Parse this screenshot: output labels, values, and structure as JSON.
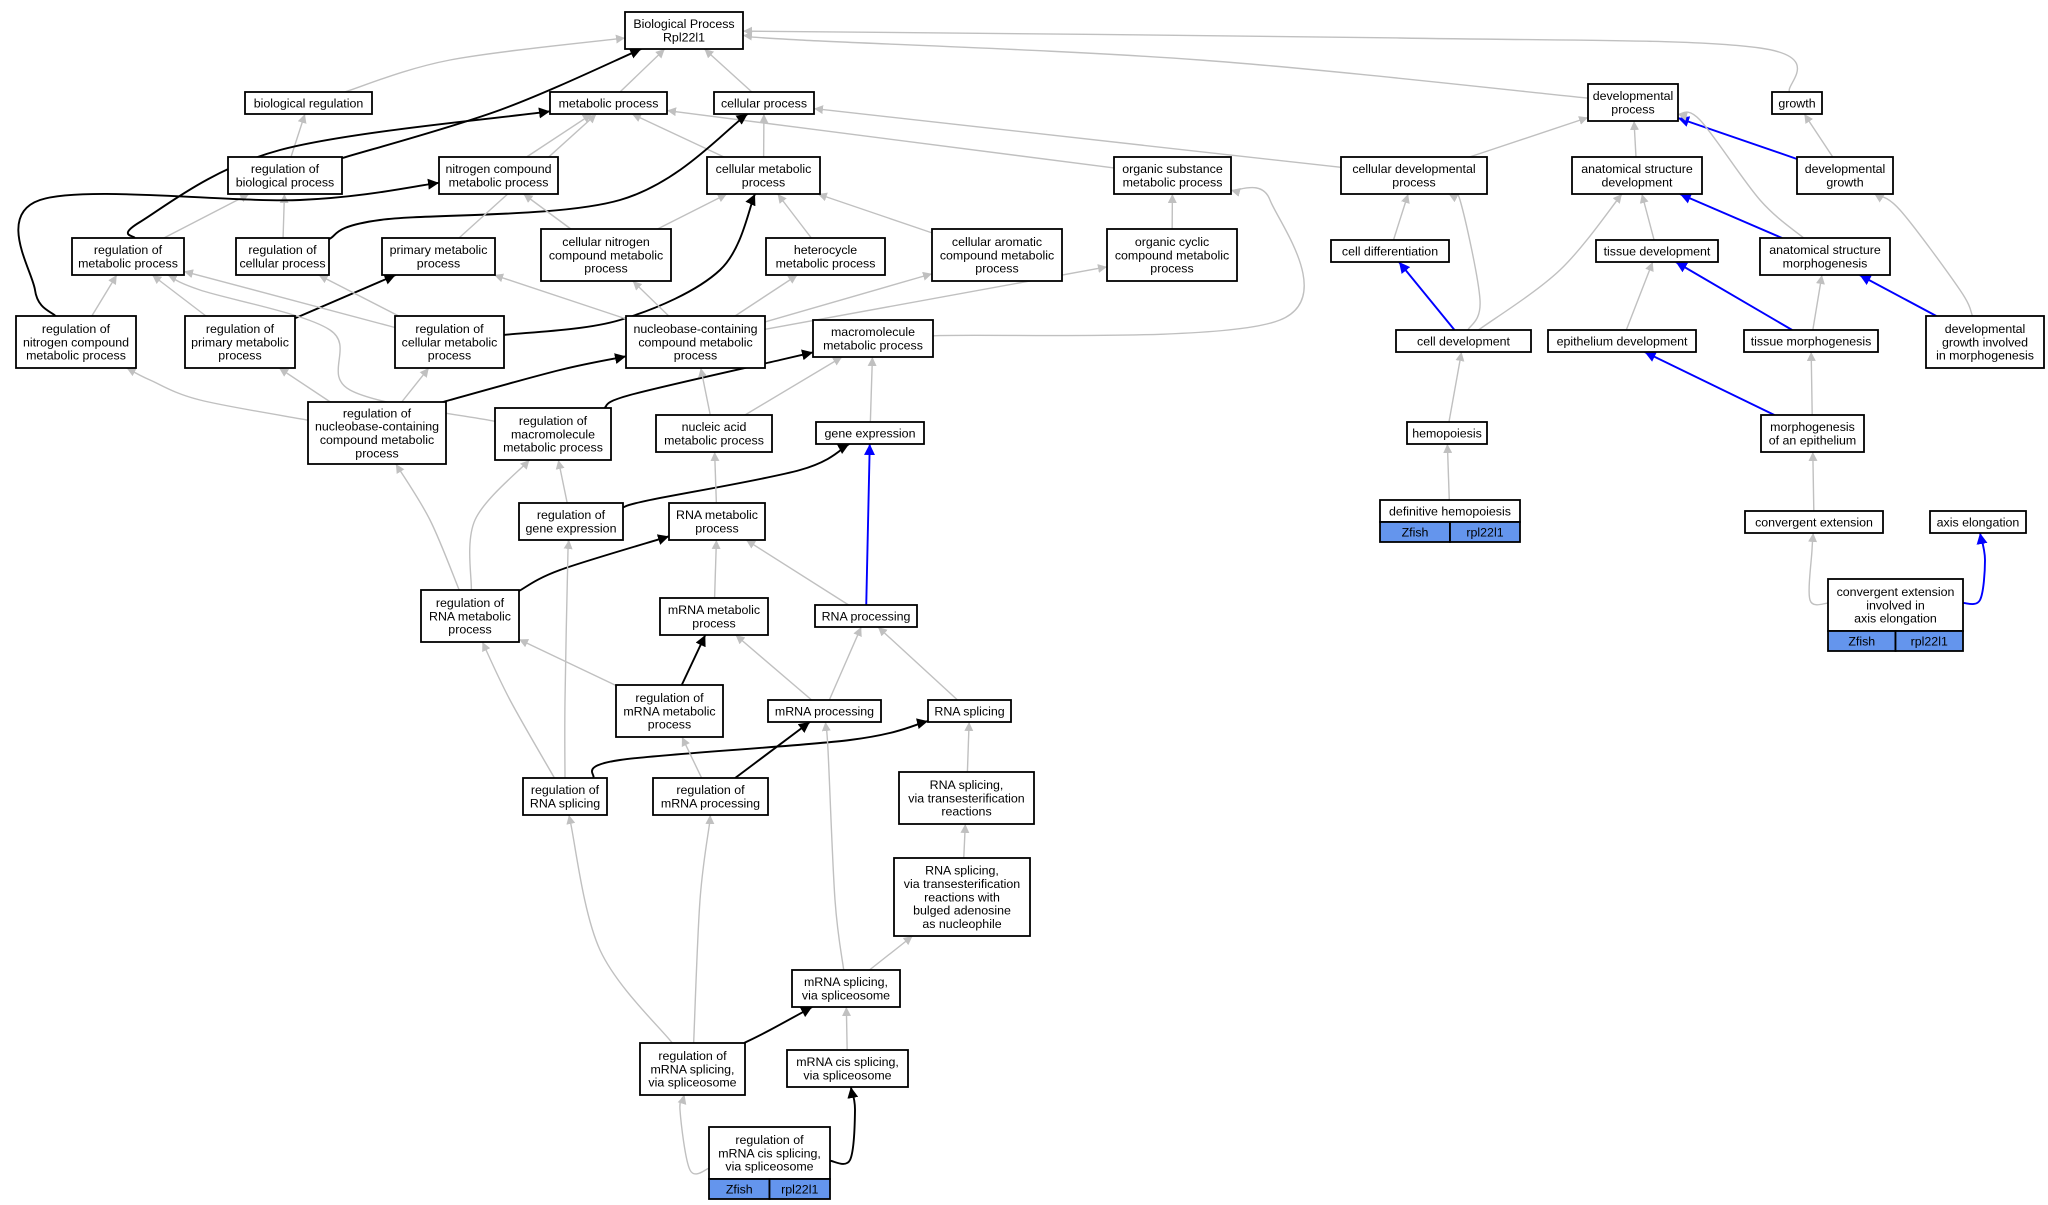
{
  "diagram": {
    "colors": {
      "is_a": "#c0c0c0",
      "part_of": "#000000",
      "regulates": "#0000ff",
      "annotation_fill": "#6495ed",
      "node_fill": "#ffffff",
      "node_border": "#000000"
    },
    "nodes": [
      {
        "id": "bp",
        "lines": [
          "Biological Process",
          "Rpl22l1"
        ]
      },
      {
        "id": "breg",
        "lines": [
          "biological regulation"
        ]
      },
      {
        "id": "metp",
        "lines": [
          "metabolic process"
        ]
      },
      {
        "id": "cellp",
        "lines": [
          "cellular process"
        ]
      },
      {
        "id": "devp",
        "lines": [
          "developmental",
          "process"
        ]
      },
      {
        "id": "growth",
        "lines": [
          "growth"
        ]
      },
      {
        "id": "regbp",
        "lines": [
          "regulation of",
          "biological process"
        ]
      },
      {
        "id": "ncmp",
        "lines": [
          "nitrogen compound",
          "metabolic process"
        ]
      },
      {
        "id": "cmp",
        "lines": [
          "cellular metabolic",
          "process"
        ]
      },
      {
        "id": "osmp",
        "lines": [
          "organic substance",
          "metabolic process"
        ]
      },
      {
        "id": "cdevp",
        "lines": [
          "cellular developmental",
          "process"
        ]
      },
      {
        "id": "asdev",
        "lines": [
          "anatomical structure",
          "development"
        ]
      },
      {
        "id": "devgrowth",
        "lines": [
          "developmental",
          "growth"
        ]
      },
      {
        "id": "regmp",
        "lines": [
          "regulation of",
          "metabolic process"
        ]
      },
      {
        "id": "regcp",
        "lines": [
          "regulation of",
          "cellular process"
        ]
      },
      {
        "id": "pmp",
        "lines": [
          "primary metabolic",
          "process"
        ]
      },
      {
        "id": "cncmp",
        "lines": [
          "cellular nitrogen",
          "compound metabolic",
          "process"
        ]
      },
      {
        "id": "hmp",
        "lines": [
          "heterocycle",
          "metabolic process"
        ]
      },
      {
        "id": "cacmp",
        "lines": [
          "cellular aromatic",
          "compound metabolic",
          "process"
        ]
      },
      {
        "id": "occmp",
        "lines": [
          "organic cyclic",
          "compound metabolic",
          "process"
        ]
      },
      {
        "id": "celldiff",
        "lines": [
          "cell differentiation"
        ]
      },
      {
        "id": "tissdev",
        "lines": [
          "tissue development"
        ]
      },
      {
        "id": "asmorph",
        "lines": [
          "anatomical structure",
          "morphogenesis"
        ]
      },
      {
        "id": "regncmp",
        "lines": [
          "regulation of",
          "nitrogen compound",
          "metabolic process"
        ]
      },
      {
        "id": "regpmp",
        "lines": [
          "regulation of",
          "primary metabolic",
          "process"
        ]
      },
      {
        "id": "regcmp",
        "lines": [
          "regulation of",
          "cellular metabolic",
          "process"
        ]
      },
      {
        "id": "nbcmp",
        "lines": [
          "nucleobase-containing",
          "compound metabolic",
          "process"
        ]
      },
      {
        "id": "macmp",
        "lines": [
          "macromolecule",
          "metabolic process"
        ]
      },
      {
        "id": "celldev",
        "lines": [
          "cell development"
        ]
      },
      {
        "id": "epidev",
        "lines": [
          "epithelium development"
        ]
      },
      {
        "id": "tissmorph",
        "lines": [
          "tissue morphogenesis"
        ]
      },
      {
        "id": "dgmorph",
        "lines": [
          "developmental",
          "growth involved",
          "in morphogenesis"
        ]
      },
      {
        "id": "regnbcmp",
        "lines": [
          "regulation of",
          "nucleobase-containing",
          "compound metabolic",
          "process"
        ]
      },
      {
        "id": "regmacmp",
        "lines": [
          "regulation of",
          "macromolecule",
          "metabolic process"
        ]
      },
      {
        "id": "namp",
        "lines": [
          "nucleic acid",
          "metabolic process"
        ]
      },
      {
        "id": "geneexp",
        "lines": [
          "gene expression"
        ]
      },
      {
        "id": "hemo",
        "lines": [
          "hemopoiesis"
        ]
      },
      {
        "id": "morphepi",
        "lines": [
          "morphogenesis",
          "of an epithelium"
        ]
      },
      {
        "id": "reggeneexp",
        "lines": [
          "regulation of",
          "gene expression"
        ]
      },
      {
        "id": "rnamp",
        "lines": [
          "RNA metabolic",
          "process"
        ]
      },
      {
        "id": "defhemo",
        "lines": [
          "definitive hemopoiesis"
        ],
        "tags": [
          "Zfish",
          "rpl22l1"
        ]
      },
      {
        "id": "convext",
        "lines": [
          "convergent extension"
        ]
      },
      {
        "id": "axiselong",
        "lines": [
          "axis elongation"
        ]
      },
      {
        "id": "regrnamp",
        "lines": [
          "regulation of",
          "RNA metabolic",
          "process"
        ]
      },
      {
        "id": "mrnamp",
        "lines": [
          "mRNA metabolic",
          "process"
        ]
      },
      {
        "id": "rnaproc",
        "lines": [
          "RNA processing"
        ]
      },
      {
        "id": "ceiae",
        "lines": [
          "convergent extension",
          "involved in",
          "axis elongation"
        ],
        "tags": [
          "Zfish",
          "rpl22l1"
        ]
      },
      {
        "id": "regmrnamp",
        "lines": [
          "regulation of",
          "mRNA metabolic",
          "process"
        ]
      },
      {
        "id": "mrnaproc",
        "lines": [
          "mRNA processing"
        ]
      },
      {
        "id": "rnaspl",
        "lines": [
          "RNA splicing"
        ]
      },
      {
        "id": "regrnaspl",
        "lines": [
          "regulation of",
          "RNA splicing"
        ]
      },
      {
        "id": "regmrnaproc",
        "lines": [
          "regulation of",
          "mRNA processing"
        ]
      },
      {
        "id": "rnasplte",
        "lines": [
          "RNA splicing,",
          "via transesterification",
          "reactions"
        ]
      },
      {
        "id": "rnasplba",
        "lines": [
          "RNA splicing,",
          "via transesterification",
          "reactions with",
          "bulged adenosine",
          "as nucleophile"
        ]
      },
      {
        "id": "mrnaspl",
        "lines": [
          "mRNA splicing,",
          "via spliceosome"
        ]
      },
      {
        "id": "regmrnaspl",
        "lines": [
          "regulation of",
          "mRNA splicing,",
          "via spliceosome"
        ]
      },
      {
        "id": "mrnacis",
        "lines": [
          "mRNA cis splicing,",
          "via spliceosome"
        ]
      },
      {
        "id": "regmrnacis",
        "lines": [
          "regulation of",
          "mRNA cis splicing,",
          "via spliceosome"
        ],
        "tags": [
          "Zfish",
          "rpl22l1"
        ]
      }
    ],
    "edges": [
      {
        "from": "breg",
        "to": "bp",
        "type": "is_a"
      },
      {
        "from": "metp",
        "to": "bp",
        "type": "is_a"
      },
      {
        "from": "cellp",
        "to": "bp",
        "type": "is_a"
      },
      {
        "from": "devp",
        "to": "bp",
        "type": "is_a"
      },
      {
        "from": "growth",
        "to": "bp",
        "type": "is_a"
      },
      {
        "from": "regbp",
        "to": "breg",
        "type": "is_a"
      },
      {
        "from": "regbp",
        "to": "bp",
        "type": "part_of"
      },
      {
        "from": "ncmp",
        "to": "metp",
        "type": "is_a"
      },
      {
        "from": "cmp",
        "to": "metp",
        "type": "is_a"
      },
      {
        "from": "cmp",
        "to": "cellp",
        "type": "is_a"
      },
      {
        "from": "osmp",
        "to": "metp",
        "type": "is_a"
      },
      {
        "from": "cdevp",
        "to": "cellp",
        "type": "is_a"
      },
      {
        "from": "cdevp",
        "to": "devp",
        "type": "is_a"
      },
      {
        "from": "asdev",
        "to": "devp",
        "type": "is_a"
      },
      {
        "from": "devgrowth",
        "to": "devp",
        "type": "regulates"
      },
      {
        "from": "devgrowth",
        "to": "growth",
        "type": "is_a"
      },
      {
        "from": "regmp",
        "to": "regbp",
        "type": "is_a"
      },
      {
        "from": "regmp",
        "to": "metp",
        "type": "part_of"
      },
      {
        "from": "regcp",
        "to": "regbp",
        "type": "is_a"
      },
      {
        "from": "regcp",
        "to": "cellp",
        "type": "part_of"
      },
      {
        "from": "pmp",
        "to": "metp",
        "type": "is_a"
      },
      {
        "from": "cncmp",
        "to": "ncmp",
        "type": "is_a"
      },
      {
        "from": "cncmp",
        "to": "cmp",
        "type": "is_a"
      },
      {
        "from": "hmp",
        "to": "cmp",
        "type": "is_a"
      },
      {
        "from": "cacmp",
        "to": "cmp",
        "type": "is_a"
      },
      {
        "from": "occmp",
        "to": "osmp",
        "type": "is_a"
      },
      {
        "from": "celldiff",
        "to": "cdevp",
        "type": "is_a"
      },
      {
        "from": "tissdev",
        "to": "asdev",
        "type": "is_a"
      },
      {
        "from": "asmorph",
        "to": "asdev",
        "type": "regulates"
      },
      {
        "from": "asmorph",
        "to": "devp",
        "type": "is_a"
      },
      {
        "from": "regncmp",
        "to": "regmp",
        "type": "is_a"
      },
      {
        "from": "regncmp",
        "to": "ncmp",
        "type": "part_of"
      },
      {
        "from": "regpmp",
        "to": "regmp",
        "type": "is_a"
      },
      {
        "from": "regpmp",
        "to": "pmp",
        "type": "part_of"
      },
      {
        "from": "regcmp",
        "to": "regmp",
        "type": "is_a"
      },
      {
        "from": "regcmp",
        "to": "regcp",
        "type": "is_a"
      },
      {
        "from": "regcmp",
        "to": "cmp",
        "type": "part_of"
      },
      {
        "from": "nbcmp",
        "to": "pmp",
        "type": "is_a"
      },
      {
        "from": "nbcmp",
        "to": "cncmp",
        "type": "is_a"
      },
      {
        "from": "nbcmp",
        "to": "hmp",
        "type": "is_a"
      },
      {
        "from": "nbcmp",
        "to": "cacmp",
        "type": "is_a"
      },
      {
        "from": "nbcmp",
        "to": "occmp",
        "type": "is_a"
      },
      {
        "from": "macmp",
        "to": "osmp",
        "type": "is_a"
      },
      {
        "from": "celldev",
        "to": "celldiff",
        "type": "regulates"
      },
      {
        "from": "celldev",
        "to": "cdevp",
        "type": "is_a"
      },
      {
        "from": "celldev",
        "to": "asdev",
        "type": "is_a"
      },
      {
        "from": "epidev",
        "to": "tissdev",
        "type": "is_a"
      },
      {
        "from": "tissmorph",
        "to": "tissdev",
        "type": "regulates"
      },
      {
        "from": "tissmorph",
        "to": "asmorph",
        "type": "is_a"
      },
      {
        "from": "dgmorph",
        "to": "asmorph",
        "type": "regulates"
      },
      {
        "from": "dgmorph",
        "to": "devgrowth",
        "type": "is_a"
      },
      {
        "from": "regnbcmp",
        "to": "regncmp",
        "type": "is_a"
      },
      {
        "from": "regnbcmp",
        "to": "regpmp",
        "type": "is_a"
      },
      {
        "from": "regnbcmp",
        "to": "regcmp",
        "type": "is_a"
      },
      {
        "from": "regnbcmp",
        "to": "nbcmp",
        "type": "part_of"
      },
      {
        "from": "regmacmp",
        "to": "regmp",
        "type": "is_a"
      },
      {
        "from": "regmacmp",
        "to": "macmp",
        "type": "part_of"
      },
      {
        "from": "namp",
        "to": "nbcmp",
        "type": "is_a"
      },
      {
        "from": "namp",
        "to": "macmp",
        "type": "is_a"
      },
      {
        "from": "geneexp",
        "to": "macmp",
        "type": "is_a"
      },
      {
        "from": "hemo",
        "to": "celldev",
        "type": "is_a"
      },
      {
        "from": "morphepi",
        "to": "epidev",
        "type": "regulates"
      },
      {
        "from": "morphepi",
        "to": "tissmorph",
        "type": "is_a"
      },
      {
        "from": "reggeneexp",
        "to": "regmacmp",
        "type": "is_a"
      },
      {
        "from": "reggeneexp",
        "to": "geneexp",
        "type": "part_of"
      },
      {
        "from": "rnamp",
        "to": "namp",
        "type": "is_a"
      },
      {
        "from": "defhemo",
        "to": "hemo",
        "type": "is_a"
      },
      {
        "from": "convext",
        "to": "morphepi",
        "type": "is_a"
      },
      {
        "from": "regrnamp",
        "to": "regnbcmp",
        "type": "is_a"
      },
      {
        "from": "regrnamp",
        "to": "regmacmp",
        "type": "is_a"
      },
      {
        "from": "regrnamp",
        "to": "rnamp",
        "type": "part_of"
      },
      {
        "from": "mrnamp",
        "to": "rnamp",
        "type": "is_a"
      },
      {
        "from": "rnaproc",
        "to": "rnamp",
        "type": "is_a"
      },
      {
        "from": "rnaproc",
        "to": "geneexp",
        "type": "regulates"
      },
      {
        "from": "ceiae",
        "to": "convext",
        "type": "is_a"
      },
      {
        "from": "ceiae",
        "to": "axiselong",
        "type": "regulates"
      },
      {
        "from": "regmrnamp",
        "to": "regrnamp",
        "type": "is_a"
      },
      {
        "from": "regmrnamp",
        "to": "mrnamp",
        "type": "part_of"
      },
      {
        "from": "mrnaproc",
        "to": "mrnamp",
        "type": "is_a"
      },
      {
        "from": "mrnaproc",
        "to": "rnaproc",
        "type": "is_a"
      },
      {
        "from": "rnaspl",
        "to": "rnaproc",
        "type": "is_a"
      },
      {
        "from": "regrnaspl",
        "to": "regrnamp",
        "type": "is_a"
      },
      {
        "from": "regrnaspl",
        "to": "reggeneexp",
        "type": "is_a"
      },
      {
        "from": "regrnaspl",
        "to": "rnaspl",
        "type": "part_of"
      },
      {
        "from": "regmrnaproc",
        "to": "regmrnamp",
        "type": "is_a"
      },
      {
        "from": "regmrnaproc",
        "to": "mrnaproc",
        "type": "part_of"
      },
      {
        "from": "rnasplte",
        "to": "rnaspl",
        "type": "is_a"
      },
      {
        "from": "rnasplba",
        "to": "rnasplte",
        "type": "is_a"
      },
      {
        "from": "mrnaspl",
        "to": "mrnaproc",
        "type": "is_a"
      },
      {
        "from": "mrnaspl",
        "to": "rnasplba",
        "type": "is_a"
      },
      {
        "from": "regmrnaspl",
        "to": "regrnaspl",
        "type": "is_a"
      },
      {
        "from": "regmrnaspl",
        "to": "regmrnaproc",
        "type": "is_a"
      },
      {
        "from": "regmrnaspl",
        "to": "mrnaspl",
        "type": "part_of"
      },
      {
        "from": "mrnacis",
        "to": "mrnaspl",
        "type": "is_a"
      },
      {
        "from": "regmrnacis",
        "to": "regmrnaspl",
        "type": "is_a"
      },
      {
        "from": "regmrnacis",
        "to": "mrnacis",
        "type": "part_of"
      },
      {
        "from": "ceiae",
        "to": "dgmorph",
        "type": "is_a"
      },
      {
        "from": "axiselong",
        "to": "dgmorph",
        "type": "is_a"
      }
    ]
  }
}
